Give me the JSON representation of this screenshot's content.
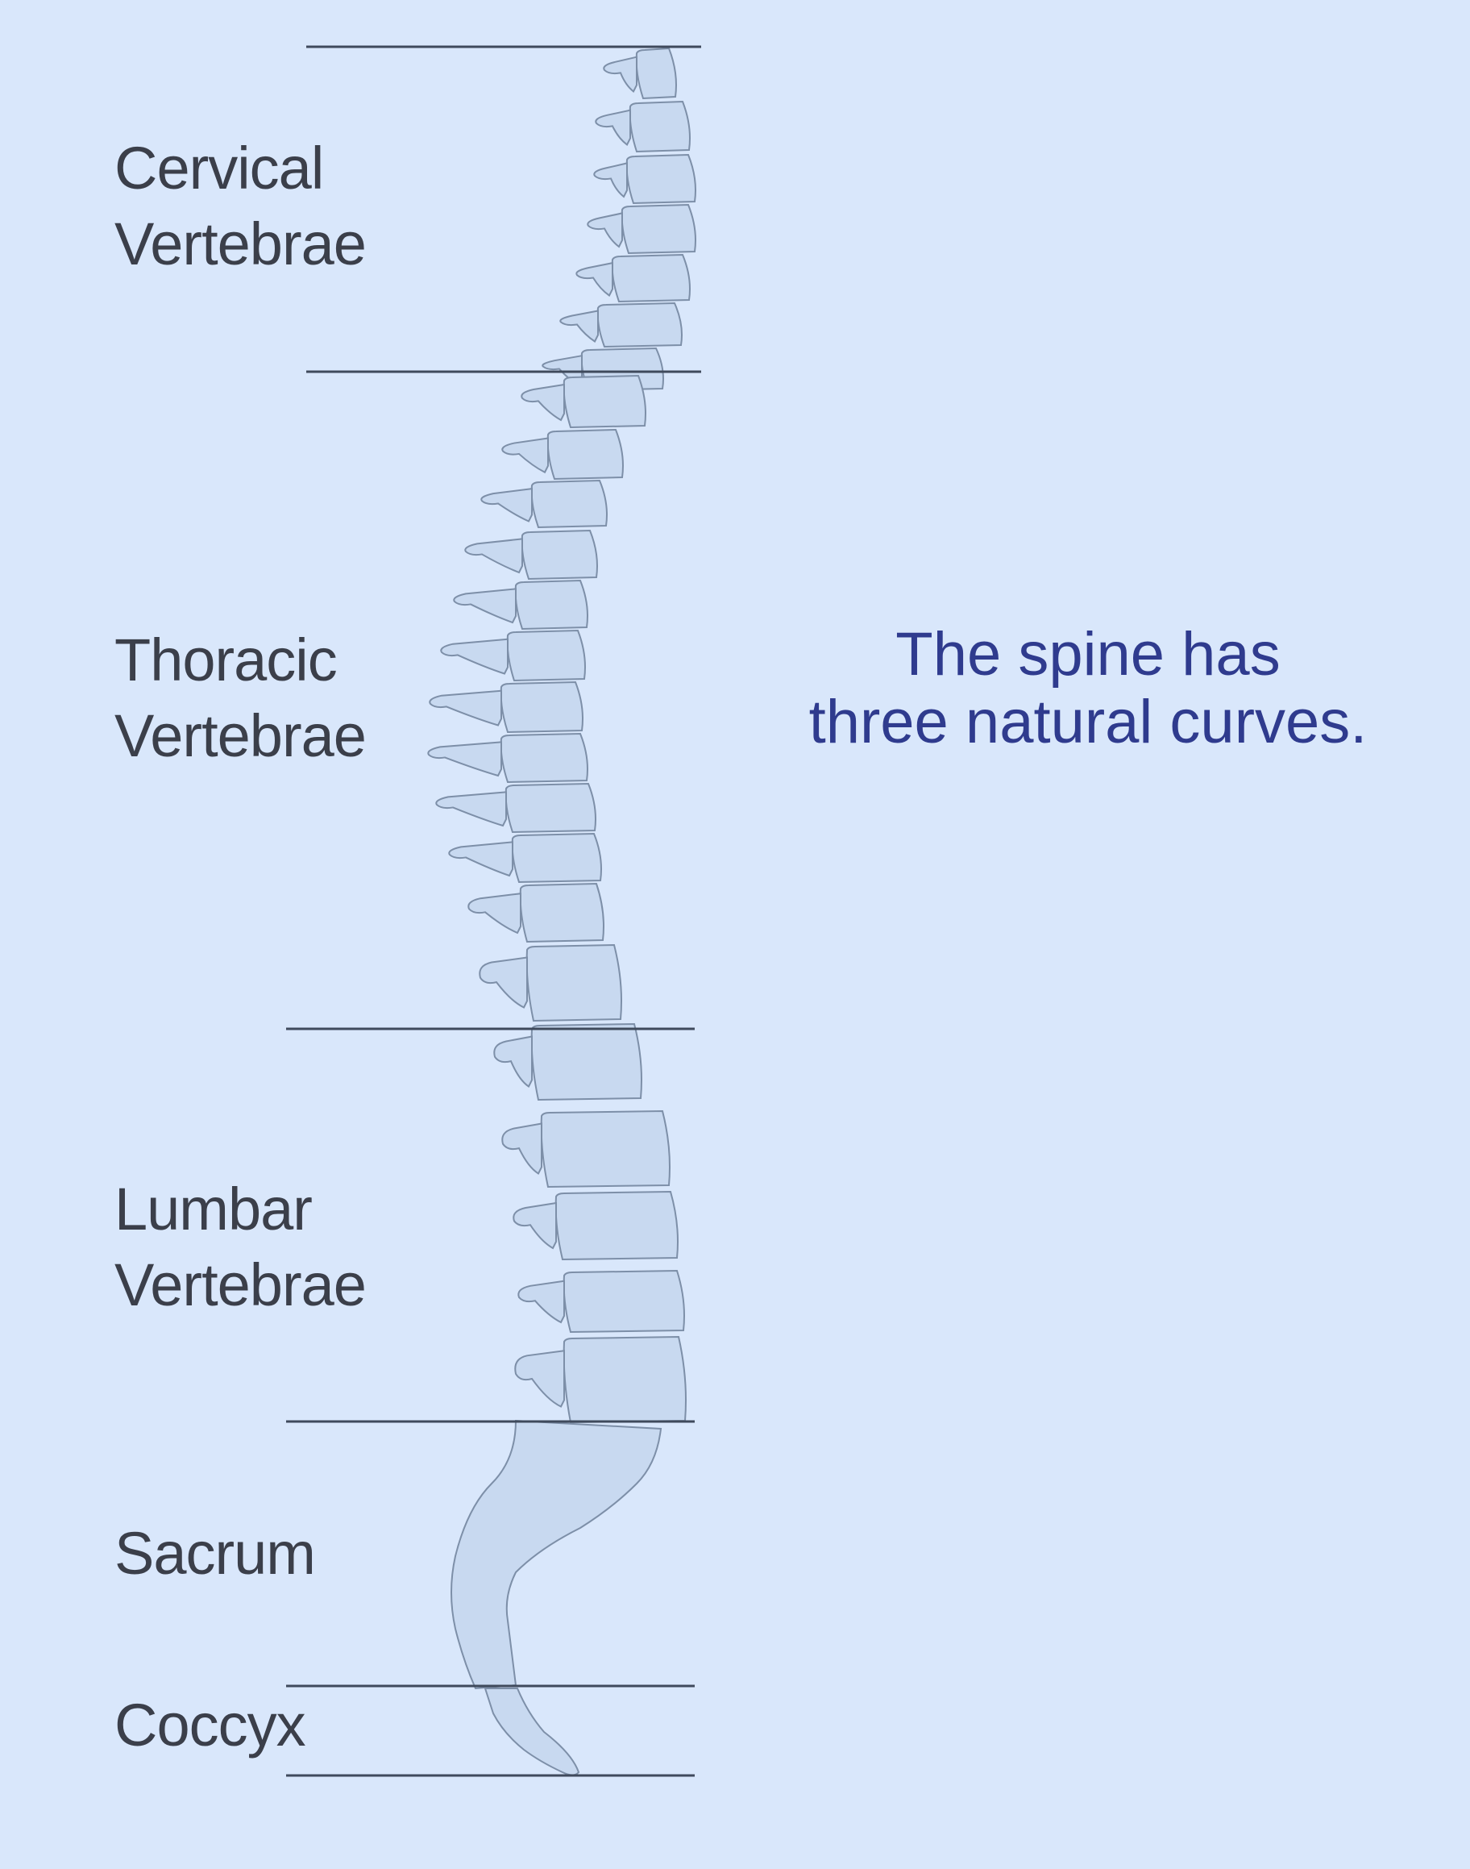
{
  "regions": {
    "cervical": {
      "line1": "Cervical",
      "line2": "Vertebrae"
    },
    "thoracic": {
      "line1": "Thoracic",
      "line2": "Vertebrae"
    },
    "lumbar": {
      "line1": "Lumbar",
      "line2": "Vertebrae"
    },
    "sacrum": {
      "line1": "Sacrum"
    },
    "coccyx": {
      "line1": "Coccyx"
    }
  },
  "caption": {
    "line1": "The spine has",
    "line2": "three natural curves."
  },
  "colors": {
    "background": "#d9e7fb",
    "bone_fill": "#c8d9f0",
    "bone_stroke": "#7d8fa8",
    "divider": "#3f4a5c",
    "label_text": "#3b3f4a",
    "caption_text": "#2f3b8e"
  }
}
